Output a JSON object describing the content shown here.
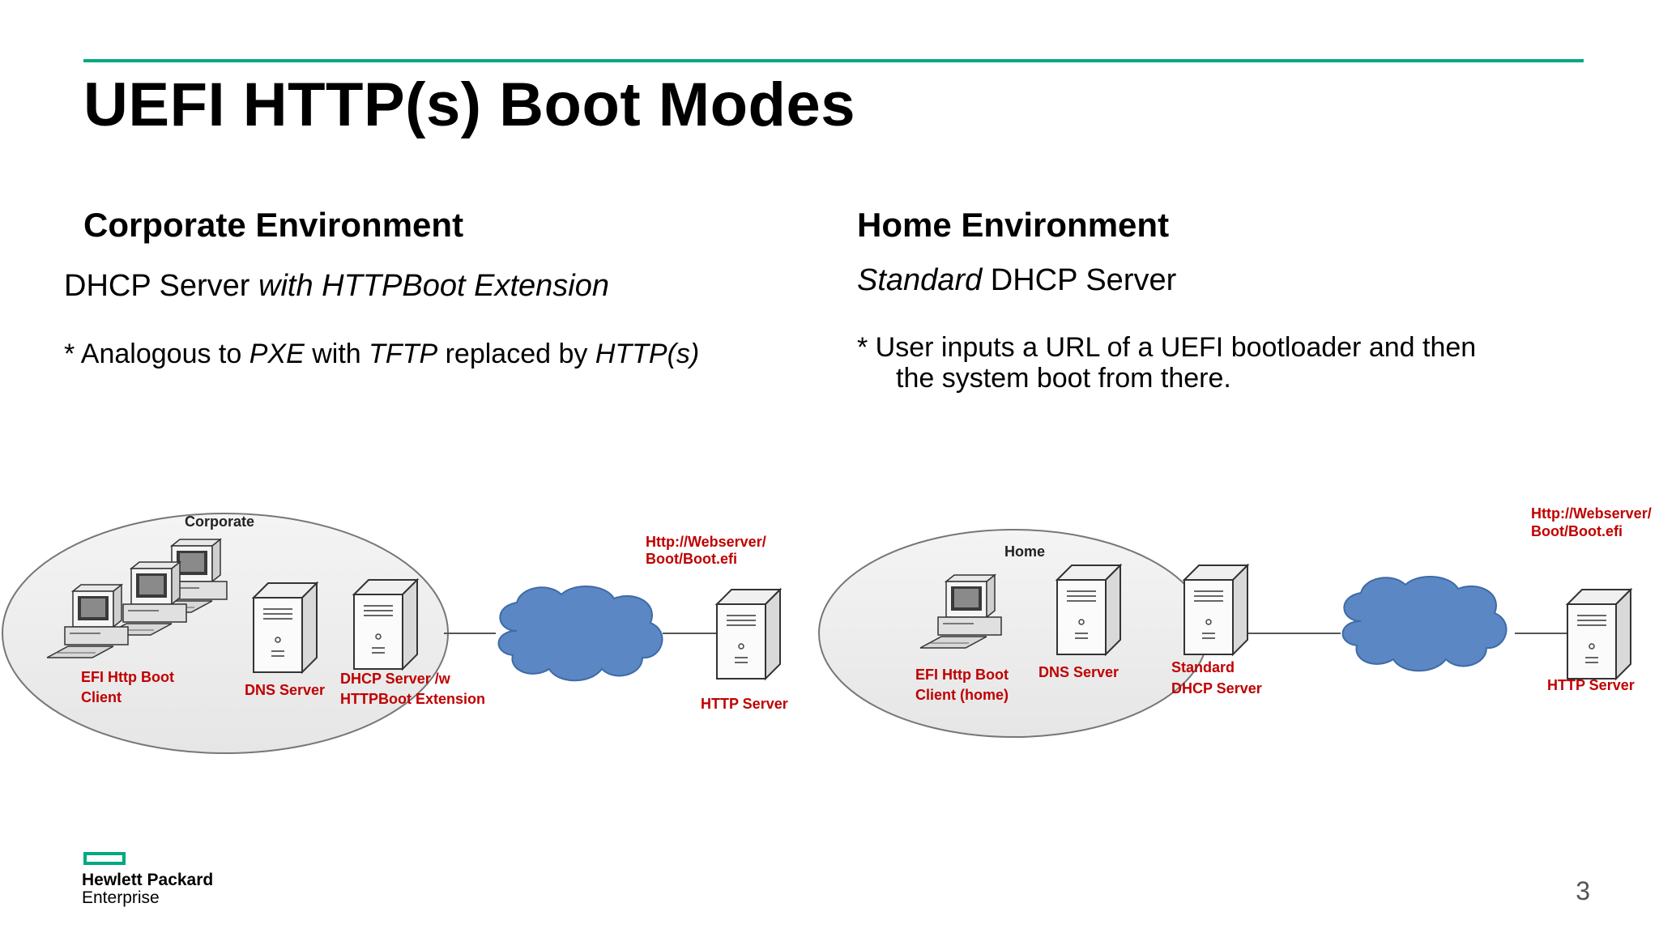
{
  "slide": {
    "title": "UEFI HTTP(s) Boot Modes",
    "page_number": "3",
    "accent_color": "#01a982"
  },
  "corporate": {
    "heading": "Corporate Environment",
    "line1_plain": "DHCP Server ",
    "line1_italic": "with HTTPBoot Extension",
    "note_parts": [
      "* Analogous to ",
      "PXE",
      " with ",
      "TFTP",
      " replaced by ",
      "HTTP(s)"
    ],
    "diagram": {
      "zone_label": "Corporate",
      "url_line1": "Http://Webserver/",
      "url_line2": "Boot/Boot.efi",
      "client_line1": "EFI Http Boot",
      "client_line2": "Client",
      "dns_label": "DNS Server",
      "dhcp_line1": "DHCP Server /w",
      "dhcp_line2": "HTTPBoot Extension",
      "http_label": "HTTP Server"
    }
  },
  "home": {
    "heading": "Home Environment",
    "line1_italic": "Standard",
    "line1_plain": " DHCP Server",
    "note_line1": "* User inputs a URL of a UEFI bootloader and then",
    "note_line2": "the system boot from there.",
    "diagram": {
      "zone_label": "Home",
      "url_line1": "Http://Webserver/",
      "url_line2": "Boot/Boot.efi",
      "client_line1": "EFI Http Boot",
      "client_line2": "Client (home)",
      "dns_label": "DNS Server",
      "dhcp_line1": "Standard",
      "dhcp_line2": "DHCP Server",
      "http_label": "HTTP Server"
    }
  },
  "logo": {
    "line1": "Hewlett Packard",
    "line2": "Enterprise"
  }
}
